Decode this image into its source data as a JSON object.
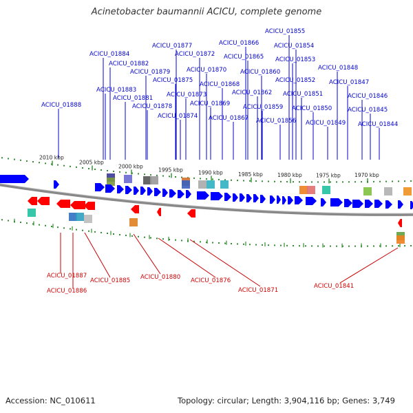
{
  "title": "Acinetobacter baumannii ACICU, complete genome",
  "footer": {
    "accession": "Accession: NC_010611",
    "topology": "Topology: circular; Length: 3,904,116 bp; Genes: 3,749"
  },
  "colors": {
    "forward": "#0000ff",
    "reverse": "#ff0000",
    "label_forward": "#0000cc",
    "label_reverse": "#cc0000",
    "backbone": "#888888",
    "ticks": "#2e8b2e"
  },
  "scale_ticks": [
    "2010 kbp",
    "2005 kbp",
    "2000 kbp",
    "1995 kbp",
    "1990 kbp",
    "1985 kbp",
    "1980 kbp",
    "1975 kbp",
    "1970 kbp"
  ],
  "forward_labels": [
    "ACICU_01855",
    "ACICU_01877",
    "ACICU_01866",
    "ACICU_01854",
    "ACICU_01884",
    "ACICU_01872",
    "ACICU_01865",
    "ACICU_01853",
    "ACICU_01882",
    "ACICU_01870",
    "ACICU_01848",
    "ACICU_01879",
    "ACICU_01860",
    "ACICU_01875",
    "ACICU_01868",
    "ACICU_01852",
    "ACICU_01847",
    "ACICU_01883",
    "ACICU_01881",
    "ACICU_01873",
    "ACICU_01862",
    "ACICU_01851",
    "ACICU_01846",
    "ACICU_01888",
    "ACICU_01878",
    "ACICU_01869",
    "ACICU_01859",
    "ACICU_01850",
    "ACICU_01845",
    "ACICU_01874",
    "ACICU_01867",
    "ACICU_01856",
    "ACICU_01849",
    "ACICU_01844"
  ],
  "reverse_labels": [
    "ACICU_01887",
    "ACICU_01886",
    "ACICU_01885",
    "ACICU_01880",
    "ACICU_01876",
    "ACICU_01871",
    "ACICU_01841"
  ]
}
